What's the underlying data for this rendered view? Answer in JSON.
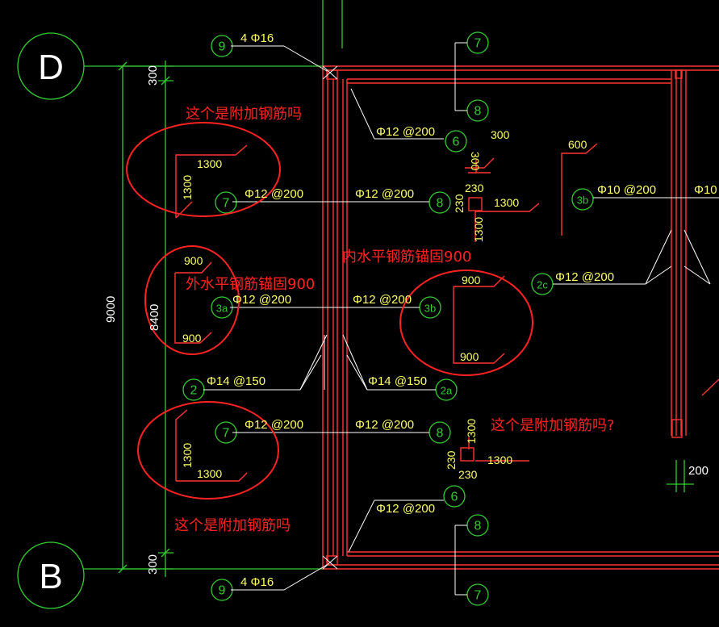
{
  "colors": {
    "background": "#000000",
    "grid": "#33cc33",
    "wall": "#ff3333",
    "text": "#ffff66",
    "rebar": "#ffffff",
    "annotation": "#ff2222"
  },
  "axes": {
    "top": "D",
    "bottom": "B"
  },
  "dims": {
    "total": "9000",
    "inner": "8400",
    "top_offset": "300",
    "bottom_offset": "300",
    "dim_200": "200"
  },
  "bubbles": {
    "b9_top": "9",
    "b9_bot": "9",
    "b7_top": "7",
    "b8_top": "8",
    "b6_upper": "6",
    "b7_left1": "7",
    "b8_mid1": "8",
    "b3b_right": "3b",
    "b3a": "3a",
    "b3b": "3b",
    "b2c": "2c",
    "b2": "2",
    "b2a": "2a",
    "b7_left2": "7",
    "b8_mid2": "8",
    "b6_lower": "6",
    "b8_bot": "8",
    "b7_bot": "7"
  },
  "labels": {
    "rebar_4phi16_top": "4 Φ16",
    "rebar_4phi16_bot": "4 Φ16",
    "phi12_200_a": "Φ12 @200",
    "phi12_200_b": "Φ12 @200",
    "phi12_200_c": "Φ12 @200",
    "phi12_200_d": "Φ12 @200",
    "phi12_200_e": "Φ12 @200",
    "phi12_200_f": "Φ12 @200",
    "phi12_200_g": "Φ12 @200",
    "phi12_200_h": "Φ12 @200",
    "phi12_200_i": "Φ12 @200",
    "phi10_200": "Φ10 @200",
    "phi10_cut": "Φ10",
    "phi14_150_a": "Φ14 @150",
    "phi14_150_b": "Φ14 @150",
    "n1300_a": "1300",
    "n1300_b": "1300",
    "n1300_c": "1300",
    "n1300_d": "1300",
    "n1300_e": "1300",
    "n1300_f": "1300",
    "n1300_g": "1300",
    "n1300_h": "1300",
    "n900_a": "900",
    "n900_b": "900",
    "n900_c": "900",
    "n900_d": "900",
    "n300_a": "300",
    "n300_b": "300",
    "n230_a": "230",
    "n230_b": "230",
    "n230_c": "230",
    "n230_d": "230",
    "n600": "600"
  },
  "annotations": {
    "note_top": "这个是附加钢筋吗",
    "note_outer": "外水平钢筋锚固900",
    "note_inner": "内水平钢筋锚固900",
    "note_right": "这个是附加钢筋吗?",
    "note_bottom": "这个是附加钢筋吗"
  }
}
